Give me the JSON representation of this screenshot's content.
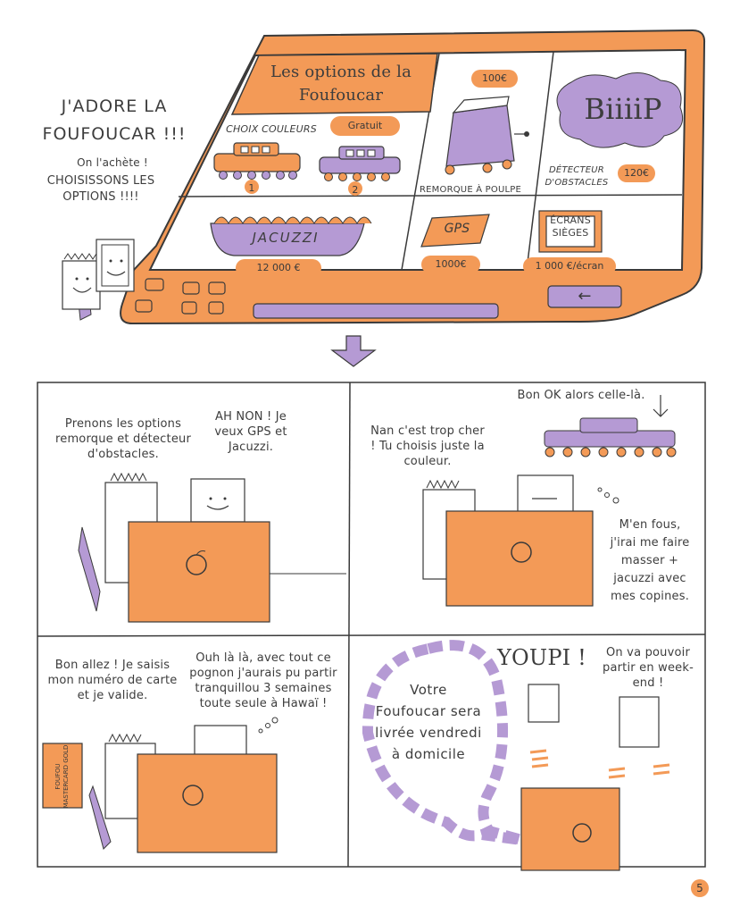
{
  "top": {
    "exclaim": "J'ADORE LA FOUFOUCAR !!!",
    "buy": "On l'achète !",
    "choose": "CHOISISSONS LES OPTIONS !!!!"
  },
  "screen": {
    "title": "Les options de la Foufoucar",
    "colors_label": "CHOIX COULEURS",
    "colors_price": "Gratuit",
    "color1_num": "1",
    "color2_num": "2",
    "trailer_price": "100€",
    "trailer_label": "REMORQUE À POULPE",
    "beep_text": "BiiiiP",
    "detector_label": "DÉTECTEUR D'OBSTACLES",
    "detector_price": "120€",
    "jacuzzi_label": "JACUZZI",
    "jacuzzi_price": "12 000 €",
    "gps_label": "GPS",
    "gps_price": "1000€",
    "screens_label": "ÉCRANS SIÈGES",
    "screens_price": "1 000 €/écran",
    "back_arrow": "←"
  },
  "panel1": {
    "left_speech": "Prenons les options remorque et détecteur d'obstacles.",
    "right_speech": "AH NON ! Je veux GPS et Jacuzzi."
  },
  "panel2": {
    "top_speech": "Bon OK alors celle-là.",
    "left_speech": "Nan c'est trop cher ! Tu choisis juste la couleur.",
    "thought": "M'en fous, j'irai me faire masser + jacuzzi avec mes copines."
  },
  "panel3": {
    "left_speech": "Bon allez ! Je saisis mon numéro de carte et je valide.",
    "right_thought": "Ouh là là, avec tout ce pognon j'aurais pu partir tranquillou 3 semaines toute seule à Hawaï !",
    "card_text": "FOUFOU MASTERCARD GOLD"
  },
  "panel4": {
    "bubble": "Votre Foufoucar sera livrée vendredi à domicile",
    "youpi": "YOUPI !",
    "weekend": "On va pouvoir partir en week-end !"
  },
  "page_number": "5",
  "colors": {
    "orange": "#f39a57",
    "purple": "#b59ad4",
    "ink": "#3a3a3a"
  }
}
